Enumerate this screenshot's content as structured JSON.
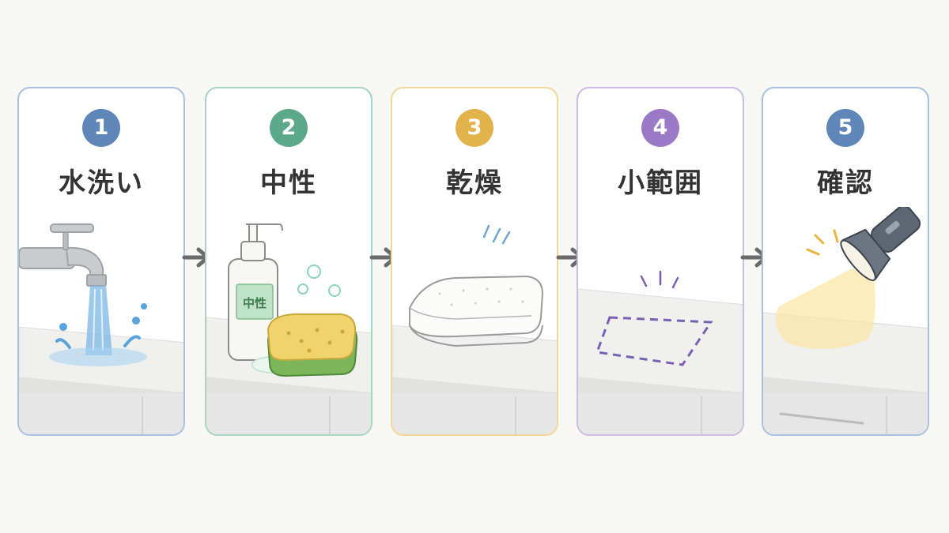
{
  "steps": [
    {
      "number": "1",
      "title": "水洗い",
      "color": "#5f86b8",
      "border": "#a9c1de",
      "icon": "faucet-icon"
    },
    {
      "number": "2",
      "title": "中性",
      "color": "#5ba88a",
      "border": "#a8d4c0",
      "icon": "detergent-bottle-icon",
      "bottle_label": "中性"
    },
    {
      "number": "3",
      "title": "乾燥",
      "color": "#e2b34a",
      "border": "#f1d796",
      "icon": "towel-icon"
    },
    {
      "number": "4",
      "title": "小範囲",
      "color": "#9b79c6",
      "border": "#cdbbe3",
      "icon": "dashed-square-icon"
    },
    {
      "number": "5",
      "title": "確認",
      "color": "#5f86b8",
      "border": "#a9c1de",
      "icon": "flashlight-icon"
    }
  ],
  "arrow_color": "#6b6b6b"
}
